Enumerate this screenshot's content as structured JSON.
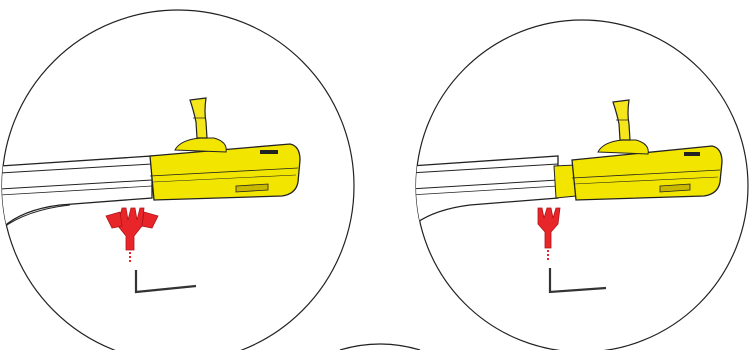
{
  "figure": {
    "panels": [
      {
        "id": "left-panel",
        "state": "joystick retracted"
      },
      {
        "id": "right-panel",
        "state": "joystick extended"
      }
    ],
    "colors": {
      "outline": "#222222",
      "joystick_body": "#f2e600",
      "joystick_shadow": "#c9b800",
      "knob": "#f5e51b",
      "tool": "#e8262a",
      "arm": "#ffffff",
      "wrench": "#333333"
    },
    "icons": [
      "joystick-icon",
      "y-tool-icon",
      "hex-key-icon",
      "armrest-icon"
    ]
  }
}
